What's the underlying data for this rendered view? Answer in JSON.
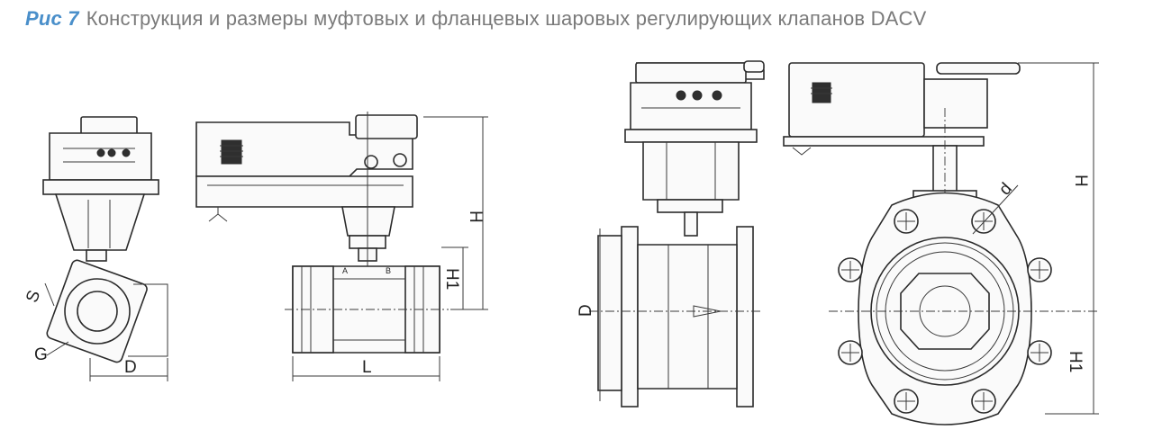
{
  "figure": {
    "number": "Рис 7",
    "title": "Конструкция и размеры муфтовых и фланцевых шаровых регулирующих клапанов DACV"
  },
  "views": {
    "threaded_side": {
      "labels": {
        "s": "S",
        "g": "G",
        "d": "D"
      }
    },
    "threaded_front": {
      "labels": {
        "h": "H",
        "h1": "H1",
        "l": "L",
        "a": "A",
        "b": "B"
      }
    },
    "flanged_side": {
      "labels": {
        "d": "D"
      }
    },
    "flanged_front": {
      "labels": {
        "h": "H",
        "h1": "H1",
        "d_small": "d"
      }
    }
  }
}
